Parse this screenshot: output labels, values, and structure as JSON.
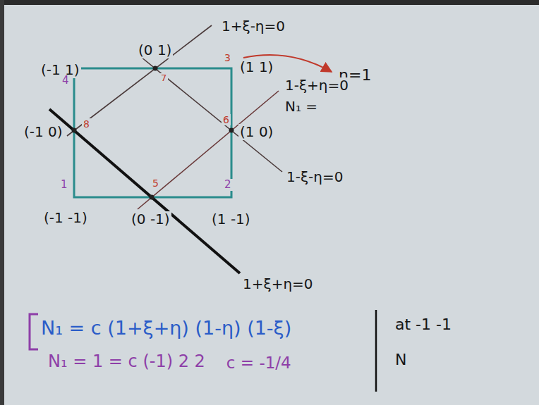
{
  "diagram": {
    "labels": [
      "(-1 1)",
      "(0 1)",
      "1+ξ-η=0",
      "3",
      "(1 1)",
      "η=1",
      "4",
      "7",
      "1-ξ+η=0",
      "N₁ =",
      "(-1 0)",
      "8",
      "6",
      "(1 0)",
      "1-ξ-η=0",
      "1",
      "5",
      "2",
      "(-1 -1)",
      "(0 -1)",
      "(1 -1)",
      "1+ξ+η=0",
      "N₁ = c (1+ξ+η) (1-η) (1-ξ)",
      "at -1 -1",
      "N₁ = 1 = c (-1) 2 2",
      "c = -1/4",
      "N"
    ]
  }
}
